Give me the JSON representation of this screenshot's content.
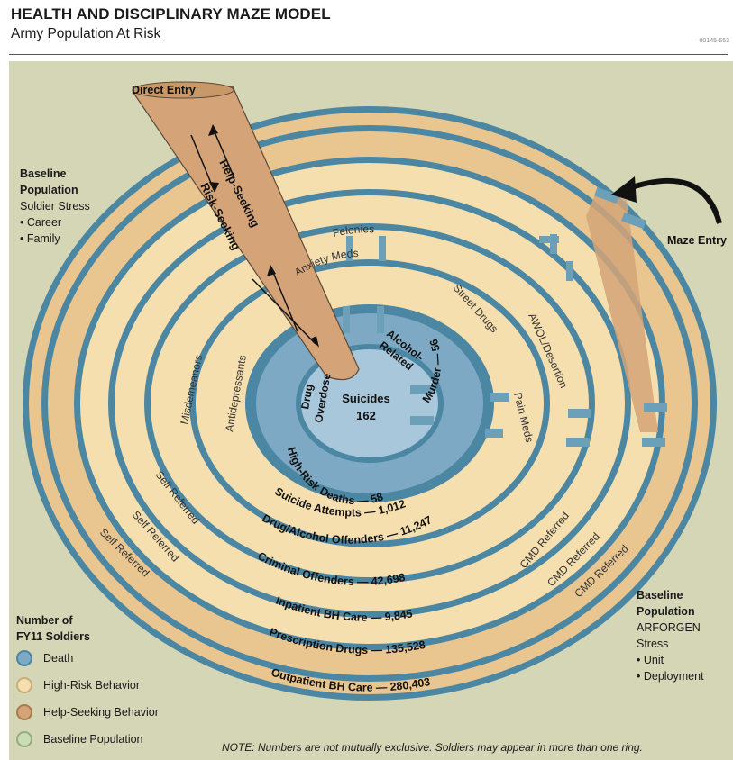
{
  "header": {
    "title": "HEALTH AND DISCIPLINARY MAZE MODEL",
    "subtitle": "Army Population At Risk",
    "doc_id": "00145-553"
  },
  "colors": {
    "death": "#7ea9c4",
    "high_risk": "#f6dfae",
    "help_seeking": "#d4a478",
    "baseline": "#d5d6b5",
    "ring_wall": "#4b86a3"
  },
  "labels": {
    "direct_entry": "Direct Entry",
    "maze_entry": "Maze Entry",
    "help_seeking": "Help-Seeking",
    "risk_seeking": "Risk-Seeking",
    "center_line1": "Suicides",
    "center_line2": "162",
    "drug_overdose_1": "Drug",
    "drug_overdose_2": "Overdose",
    "alcohol_1": "Alcohol-",
    "alcohol_2": "Related",
    "murder": "Murder — 56",
    "high_risk_deaths": "High-Risk Deaths — 58",
    "suicide_attempts": "Suicide Attempts — 1,012",
    "drug_alcohol_offenders": "Drug/Alcohol Offenders — 11,247",
    "criminal_offenders": "Criminal Offenders — 42,698",
    "inpatient": "Inpatient BH Care — 9,845",
    "prescription": "Prescription Drugs — 135,528",
    "outpatient": "Outpatient BH Care — 280,403",
    "felonies": "Felonies",
    "anxiety_meds": "Anxiety Meds",
    "street_drugs": "Street Drugs",
    "awol": "AWOL/Desertion",
    "pain_meds": "Pain Meds",
    "antidepressants": "Antidepressants",
    "misdemeanors": "Misdemeanors",
    "self_referred": "Self Referred",
    "cmd_referred": "CMD Referred"
  },
  "baseline_left": {
    "title_1": "Baseline",
    "title_2": "Population",
    "stress": "Soldier Stress",
    "items": [
      "• Career",
      "• Family"
    ]
  },
  "baseline_right": {
    "title_1": "Baseline",
    "title_2": "Population",
    "stress_1": "ARFORGEN",
    "stress_2": "Stress",
    "items": [
      "• Unit",
      "• Deployment"
    ]
  },
  "legend": {
    "title_1": "Number of",
    "title_2": "FY11 Soldiers",
    "items": [
      {
        "label": "Death",
        "color": "#7ea9c4"
      },
      {
        "label": "High-Risk Behavior",
        "color": "#f6dfae"
      },
      {
        "label": "Help-Seeking Behavior",
        "color": "#d4a478"
      },
      {
        "label": "Baseline Population",
        "color": "#c8dcb5"
      }
    ]
  },
  "note": "NOTE: Numbers are not mutually exclusive. Soldiers may appear in more than one ring."
}
